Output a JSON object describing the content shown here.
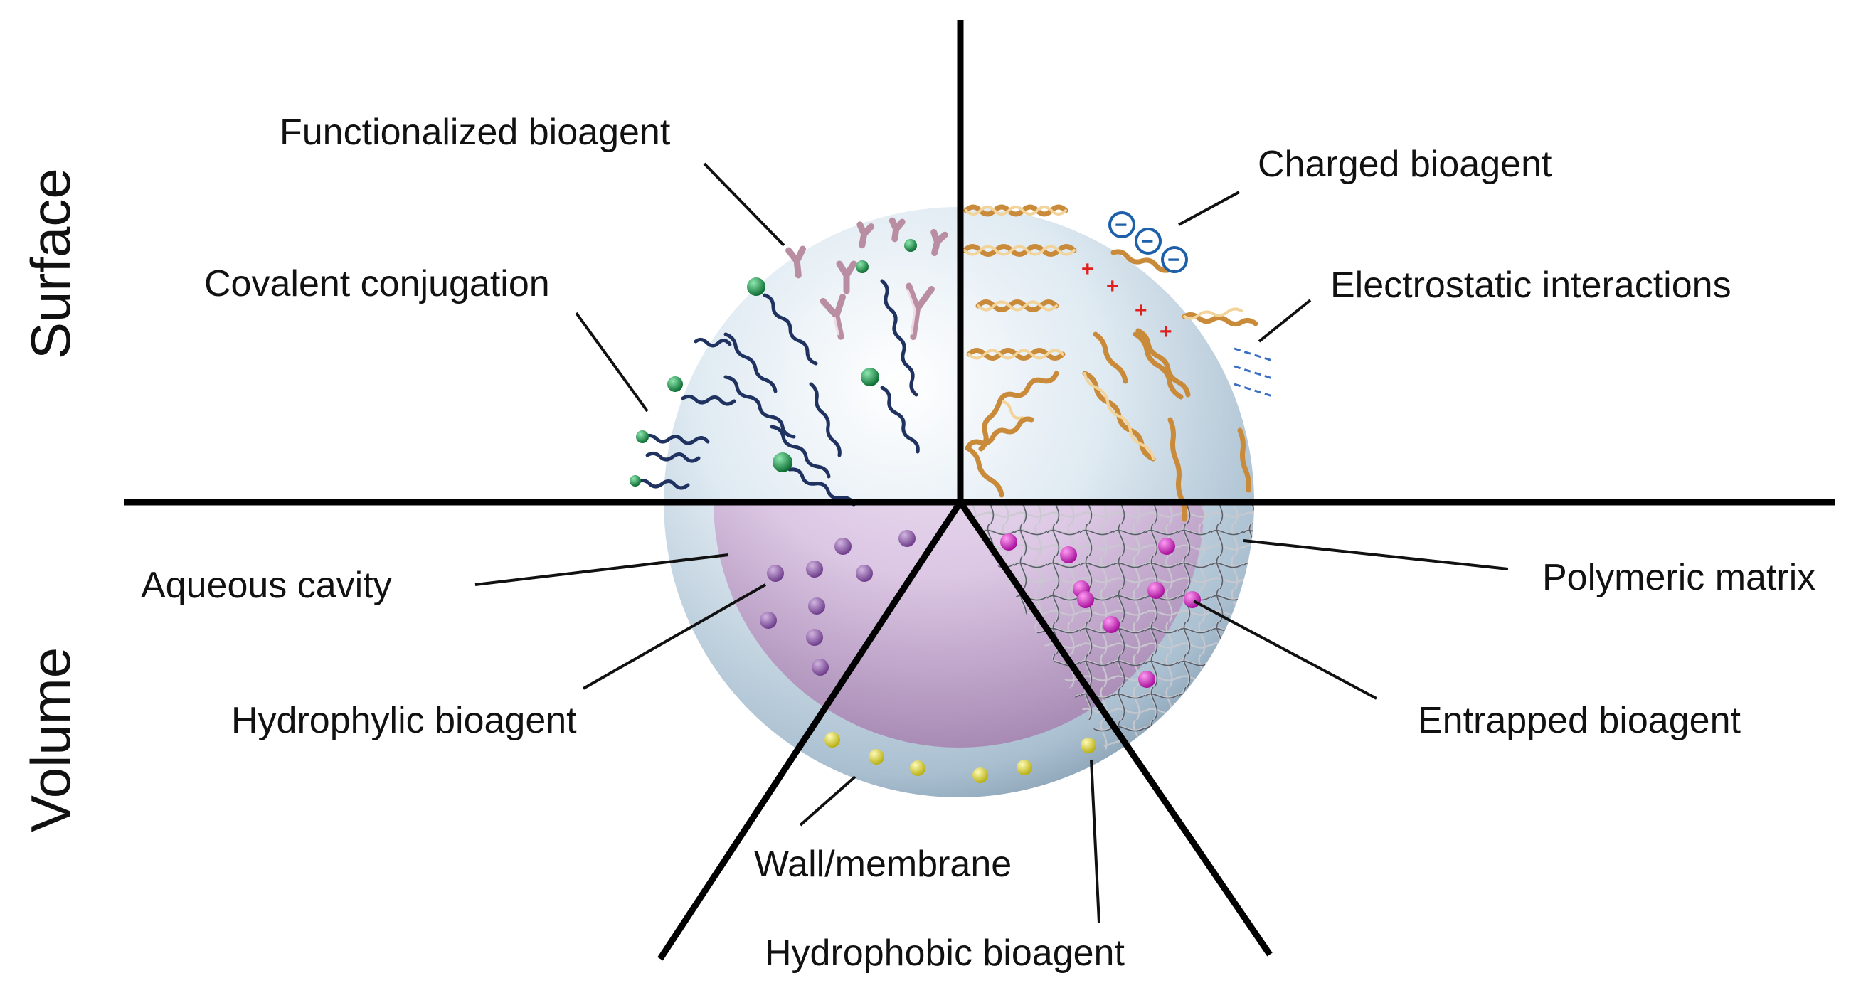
{
  "axis_labels": {
    "surface": "Surface",
    "volume": "Volume"
  },
  "labels": {
    "functionalized_bioagent": "Functionalized bioagent",
    "covalent_conjugation": "Covalent conjugation",
    "charged_bioagent": "Charged bioagent",
    "electrostatic_interactions": "Electrostatic interactions",
    "aqueous_cavity": "Aqueous cavity",
    "hydrophylic_bioagent": "Hydrophylic bioagent",
    "polymeric_matrix": "Polymeric matrix",
    "entrapped_bioagent": "Entrapped bioagent",
    "wall_membrane": "Wall/membrane",
    "hydrophobic_bioagent": "Hydrophobic bioagent"
  },
  "symbols": {
    "positive_charge": "+",
    "negative_charge": "−"
  },
  "colors": {
    "sphere_shell": "#cfe0ea",
    "aqueous_core": "#dcc7e4",
    "hydrophylic_particle": "#8a5aa3",
    "entrapped_particle": "#d321c4",
    "hydrophobic_particle": "#e6e02c",
    "ligand_head": "#1f9a4c",
    "polymer_chain": "#1f3260",
    "helix": "#c98a3a",
    "antibody": "#b98ea3",
    "positive_charge": "#e0201c",
    "negative_charge": "#1d5fa8",
    "divider_lines": "#000000"
  },
  "icons": [
    "antibody-icon",
    "polymer-chain-icon",
    "ligand-sphere-icon",
    "helix-icon",
    "positive-charge-icon",
    "negative-charge-icon",
    "hydrophylic-particle-icon",
    "entrapped-particle-icon",
    "hydrophobic-particle-icon",
    "polymer-mesh-icon"
  ]
}
